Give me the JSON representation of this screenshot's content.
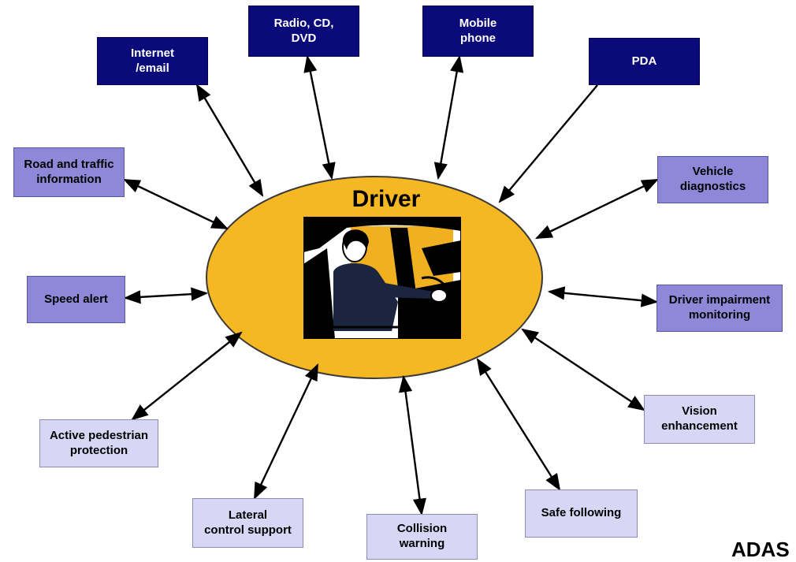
{
  "hub": {
    "label": "Driver",
    "fill": "#f5b823",
    "stroke": "#3a3a3a"
  },
  "corner_label": "ADAS",
  "colors": {
    "navy": "#0a0a7a",
    "lavender": "#8f88d8",
    "lilac": "#d8d6f5",
    "arrow": "#000000"
  },
  "nodes": [
    {
      "id": "internet",
      "lines": [
        "Internet",
        "/email"
      ],
      "style": "navy"
    },
    {
      "id": "radio",
      "lines": [
        "Radio, CD,",
        "DVD"
      ],
      "style": "navy"
    },
    {
      "id": "mobile",
      "lines": [
        "Mobile",
        "phone"
      ],
      "style": "navy"
    },
    {
      "id": "pda",
      "lines": [
        "PDA"
      ],
      "style": "navy"
    },
    {
      "id": "road",
      "lines": [
        "Road and traffic",
        "information"
      ],
      "style": "lavender"
    },
    {
      "id": "vehicle",
      "lines": [
        "Vehicle",
        "diagnostics"
      ],
      "style": "lavender"
    },
    {
      "id": "speed",
      "lines": [
        "Speed alert"
      ],
      "style": "lavender"
    },
    {
      "id": "impairment",
      "lines": [
        "Driver impairment",
        "monitoring"
      ],
      "style": "lavender"
    },
    {
      "id": "vision",
      "lines": [
        "Vision",
        "enhancement"
      ],
      "style": "lilac"
    },
    {
      "id": "pedestrian",
      "lines": [
        "Active pedestrian",
        "protection"
      ],
      "style": "lilac"
    },
    {
      "id": "lateral",
      "lines": [
        "Lateral",
        "control support"
      ],
      "style": "lilac"
    },
    {
      "id": "collision",
      "lines": [
        "Collision",
        "warning"
      ],
      "style": "lilac"
    },
    {
      "id": "following",
      "lines": [
        "Safe following"
      ],
      "style": "lilac"
    }
  ],
  "edges": [
    {
      "from": "driver",
      "to": "internet",
      "direction": "both"
    },
    {
      "from": "driver",
      "to": "radio",
      "direction": "both"
    },
    {
      "from": "driver",
      "to": "mobile",
      "direction": "both"
    },
    {
      "from": "driver",
      "to": "pda",
      "direction": "to-driver"
    },
    {
      "from": "driver",
      "to": "road",
      "direction": "both"
    },
    {
      "from": "driver",
      "to": "vehicle",
      "direction": "both"
    },
    {
      "from": "driver",
      "to": "speed",
      "direction": "both"
    },
    {
      "from": "driver",
      "to": "impairment",
      "direction": "both"
    },
    {
      "from": "driver",
      "to": "vision",
      "direction": "both"
    },
    {
      "from": "driver",
      "to": "pedestrian",
      "direction": "both"
    },
    {
      "from": "driver",
      "to": "lateral",
      "direction": "both"
    },
    {
      "from": "driver",
      "to": "collision",
      "direction": "both"
    },
    {
      "from": "driver",
      "to": "following",
      "direction": "both"
    }
  ]
}
